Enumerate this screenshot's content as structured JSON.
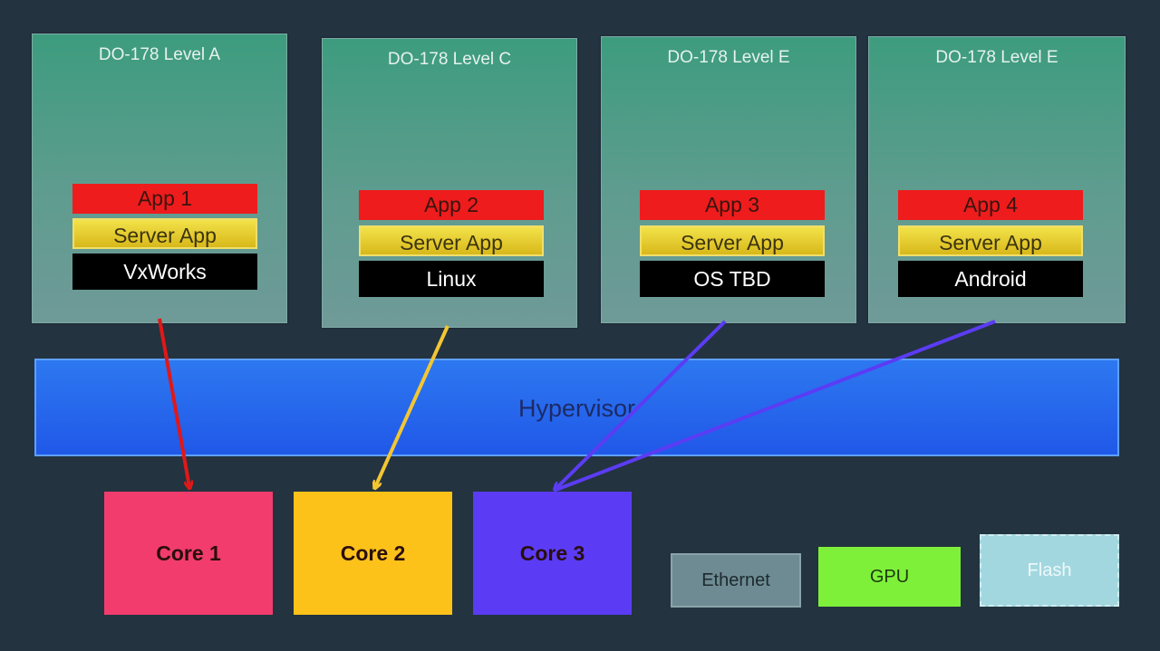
{
  "partitions": [
    {
      "level": "DO-178 Level A",
      "app": "App 1",
      "server": "Server App",
      "os": "VxWorks"
    },
    {
      "level": "DO-178 Level C",
      "app": "App 2",
      "server": "Server App",
      "os": "Linux"
    },
    {
      "level": "DO-178 Level E",
      "app": "App 3",
      "server": "Server App",
      "os": "OS TBD"
    },
    {
      "level": "DO-178 Level E",
      "app": "App 4",
      "server": "Server App",
      "os": "Android"
    }
  ],
  "hypervisor": {
    "label": "Hypervisor"
  },
  "cores": [
    {
      "label": "Core 1",
      "color": "#f23c6e"
    },
    {
      "label": "Core 2",
      "color": "#fdc21a"
    },
    {
      "label": "Core 3",
      "color": "#5b3cf4"
    }
  ],
  "peripherals": [
    {
      "label": "Ethernet",
      "color": "#6e8b93"
    },
    {
      "label": "GPU",
      "color": "#7ef03a"
    },
    {
      "label": "Flash",
      "color": "#a3d7df"
    }
  ],
  "arrows": [
    {
      "from": "App 1",
      "to": "Core 1",
      "color": "#e01818"
    },
    {
      "from": "App 2",
      "to": "Core 2",
      "color": "#f3c633"
    },
    {
      "from": "App 3",
      "to": "Core 3",
      "color": "#5b3cf4"
    },
    {
      "from": "App 4",
      "to": "Core 3",
      "color": "#5b3cf4"
    }
  ]
}
